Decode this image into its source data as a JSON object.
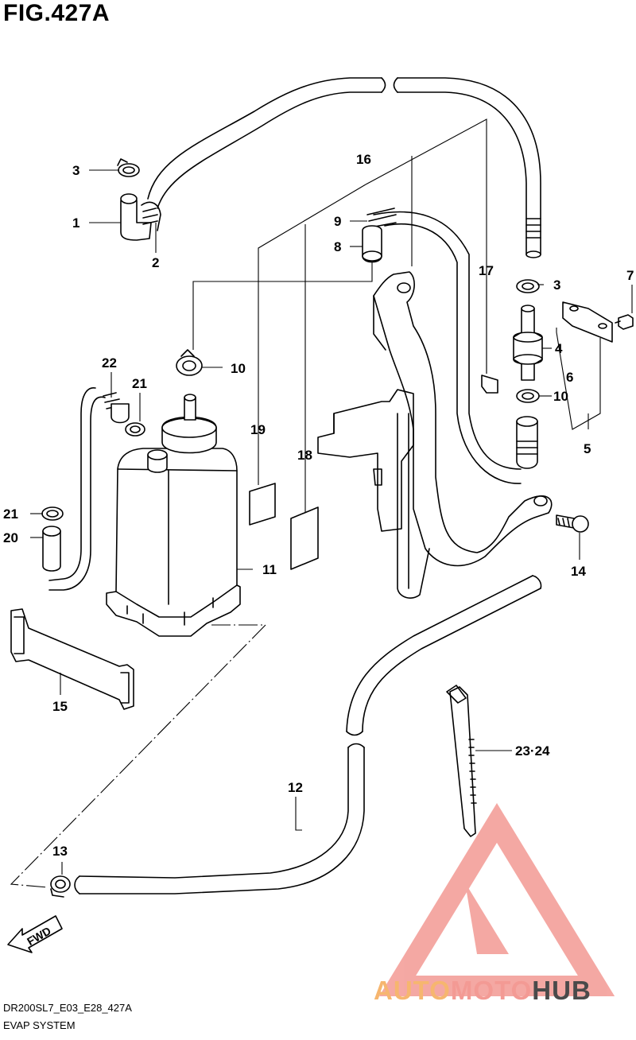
{
  "figure": {
    "title": "FIG.427A",
    "model_code": "DR200SL7_E03_E28_427A",
    "section_name": "EVAP SYSTEM"
  },
  "callouts": [
    {
      "id": "c1",
      "label": "1"
    },
    {
      "id": "c2",
      "label": "2"
    },
    {
      "id": "c3a",
      "label": "3"
    },
    {
      "id": "c3b",
      "label": "3"
    },
    {
      "id": "c4",
      "label": "4"
    },
    {
      "id": "c5",
      "label": "5"
    },
    {
      "id": "c6",
      "label": "6"
    },
    {
      "id": "c7",
      "label": "7"
    },
    {
      "id": "c8",
      "label": "8"
    },
    {
      "id": "c9",
      "label": "9"
    },
    {
      "id": "c10a",
      "label": "10"
    },
    {
      "id": "c10b",
      "label": "10"
    },
    {
      "id": "c11",
      "label": "11"
    },
    {
      "id": "c12",
      "label": "12"
    },
    {
      "id": "c13",
      "label": "13"
    },
    {
      "id": "c14",
      "label": "14"
    },
    {
      "id": "c15",
      "label": "15"
    },
    {
      "id": "c16",
      "label": "16"
    },
    {
      "id": "c17",
      "label": "17"
    },
    {
      "id": "c18",
      "label": "18"
    },
    {
      "id": "c19",
      "label": "19"
    },
    {
      "id": "c20",
      "label": "20"
    },
    {
      "id": "c21a",
      "label": "21"
    },
    {
      "id": "c21b",
      "label": "21"
    },
    {
      "id": "c22",
      "label": "22"
    },
    {
      "id": "c2324",
      "label": "23·24"
    }
  ],
  "fwd_arrow": {
    "label": "FWD"
  },
  "watermark": {
    "part1": "AUTO",
    "part2": "MOTO",
    "part3": "HUB",
    "color_primary": "#f39a94",
    "color_secondary": "#f6b66f",
    "color_dark": "#4a4a4a"
  }
}
